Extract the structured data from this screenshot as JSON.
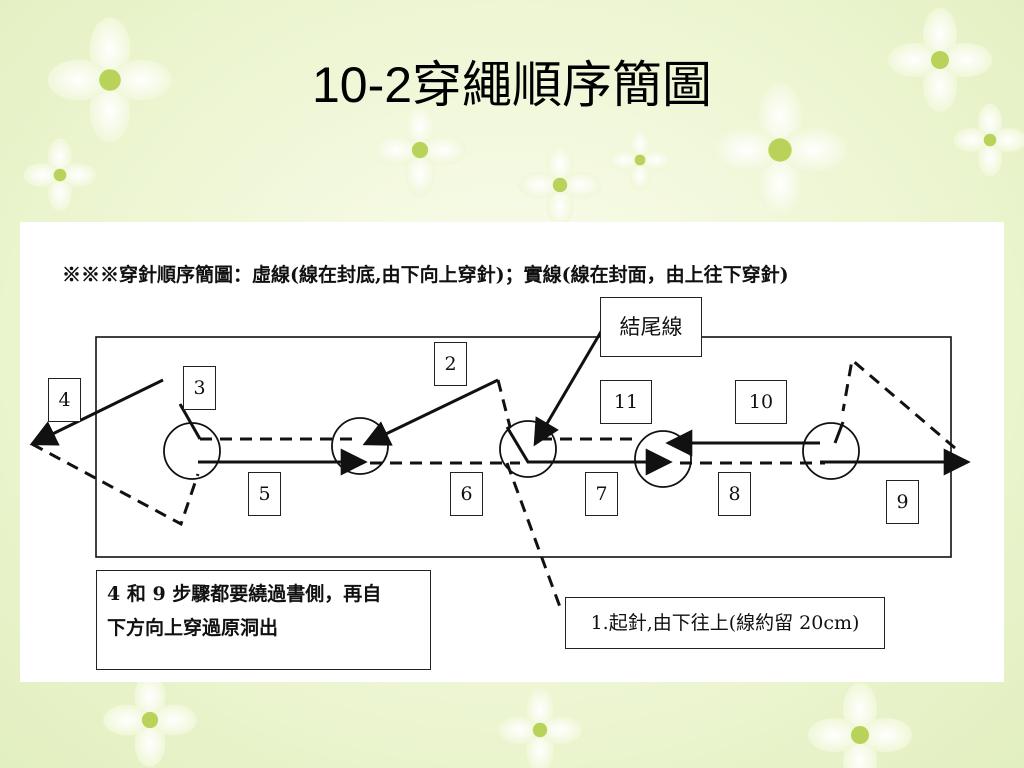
{
  "slide": {
    "title_number": "10-2",
    "title_text": "穿繩順序簡圖"
  },
  "diagram": {
    "legend": "※※※穿針順序簡圖：虛線(線在封底,由下向上穿針)；實線(線在封面，由上往下穿針)",
    "end_label": "結尾線",
    "start_label": "1.起針,由下往上(線約留 20cm)",
    "note_line1": "4 和 9 步驟都要繞過書側，再自",
    "note_line2": "下方向上穿過原洞出",
    "steps": [
      "2",
      "3",
      "4",
      "5",
      "6",
      "7",
      "8",
      "9",
      "10",
      "11"
    ]
  },
  "colors": {
    "line": "#111111",
    "background": "#eef6d4"
  }
}
